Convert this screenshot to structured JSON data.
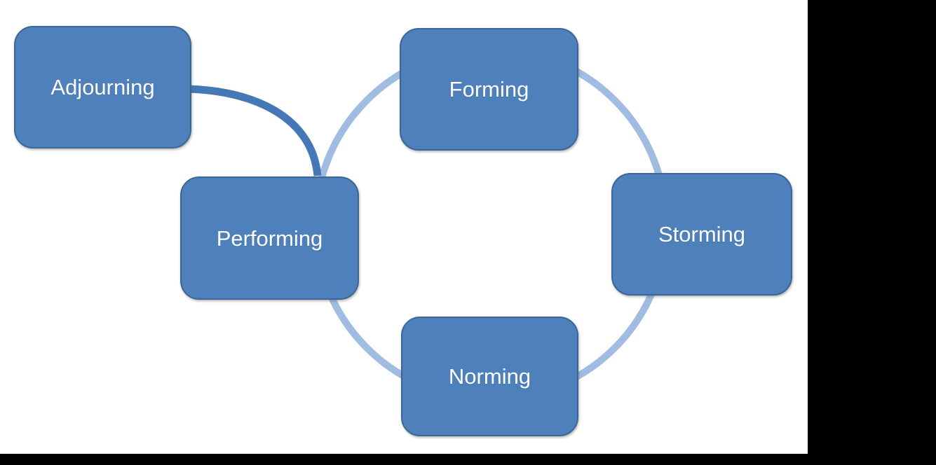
{
  "diagram": {
    "type": "cycle",
    "stages": [
      {
        "label": "Forming"
      },
      {
        "label": "Storming"
      },
      {
        "label": "Norming"
      },
      {
        "label": "Performing"
      },
      {
        "label": "Adjourning"
      }
    ],
    "colors": {
      "node_fill": "#4E80BC",
      "node_border": "#3C6695",
      "cycle_arc": "#A0BCE0",
      "connector_arc": "#4478B6",
      "label_text": "#FFFFFF",
      "slide_background": "#FFFFFF",
      "letterbox_background": "#000000"
    }
  }
}
